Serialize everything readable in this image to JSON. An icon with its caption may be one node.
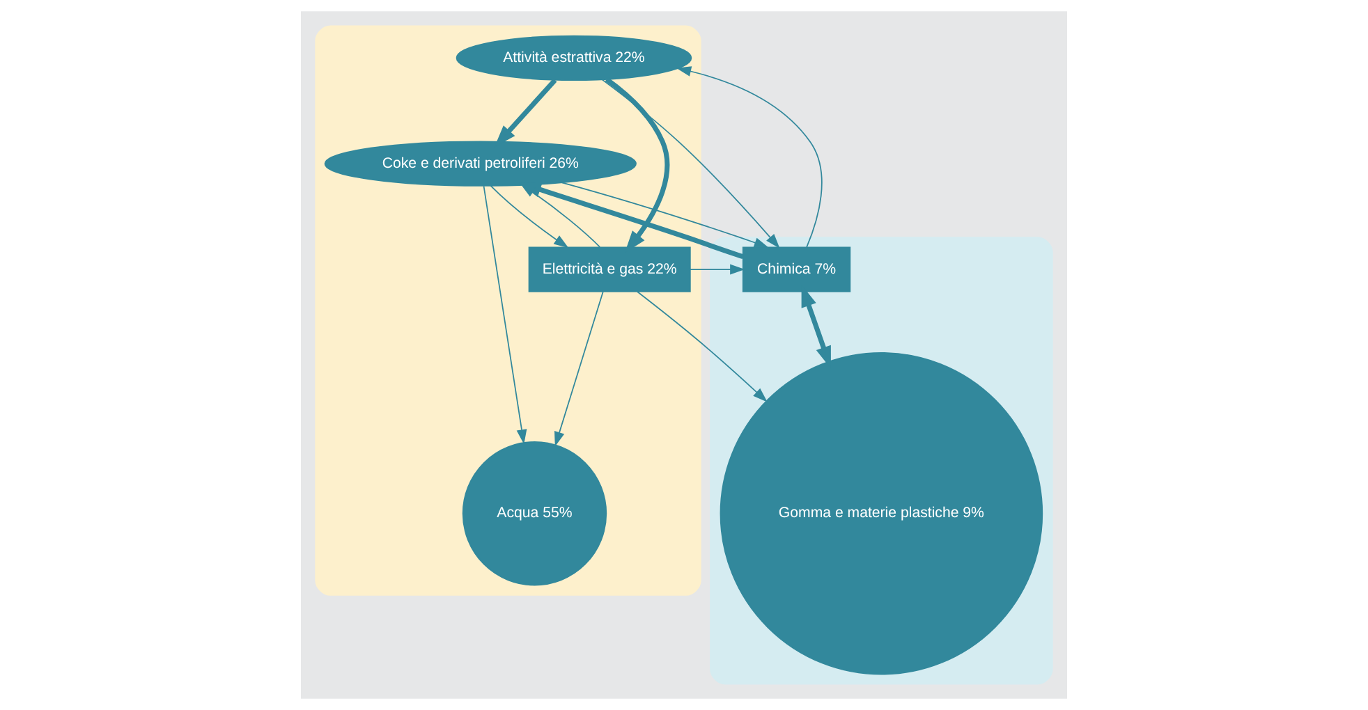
{
  "diagram": {
    "nodes": [
      {
        "text": [],
        "shape": "cloud"
      },
      {
        "text": [],
        "shape": "cloud"
      },
      {
        "text": [
          "Attività estrattiva 22%"
        ],
        "in": 0
      },
      {
        "text": [
          "Coke e derivati petroliferi 26%"
        ],
        "in": 0
      },
      {
        "text": [
          "Elettricità e gas 22%"
        ],
        "in": 0
      },
      {
        "text": [
          "Acqua 55%"
        ],
        "in": 0
      },
      {
        "text": [
          "Chimica 7%"
        ],
        "in": 1
      },
      {
        "text": [
          "Gomma e materie plastiche 9%"
        ],
        "in": 1
      }
    ],
    "edges": [
      {
        "from": 2,
        "to": 3,
        "arrow": "to",
        "style": "thick"
      },
      {
        "from": 2,
        "to": 4,
        "arrow": "to",
        "style": "thick"
      },
      {
        "from": 3,
        "to": 4,
        "arrow": "to"
      },
      {
        "from": 4,
        "to": 3,
        "arrow": "to"
      },
      {
        "from": 3,
        "to": 5,
        "arrow": "to"
      },
      {
        "from": 4,
        "to": 5,
        "arrow": "to"
      },
      {
        "from": 6,
        "to": 2,
        "arrow": "to"
      },
      {
        "from": 2,
        "to": 6,
        "arrow": "to"
      },
      {
        "from": 6,
        "to": 3,
        "arrow": "to",
        "style": "thick"
      },
      {
        "from": 3,
        "to": 6,
        "arrow": "to"
      },
      {
        "from": 4,
        "to": 6,
        "arrow": "to"
      },
      {
        "from": 4,
        "to": 7,
        "arrow": "to"
      },
      {
        "from": 6,
        "to": 7,
        "arrow": "both",
        "style": "thick"
      }
    ]
  }
}
